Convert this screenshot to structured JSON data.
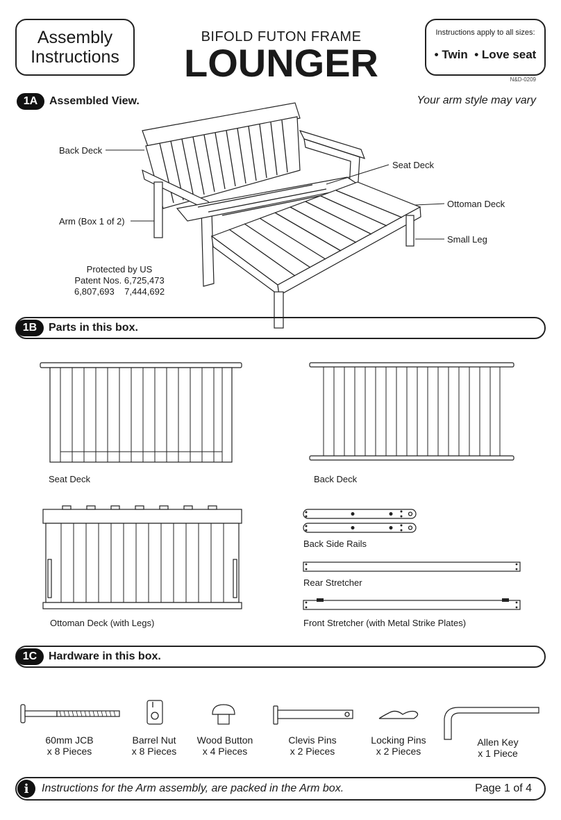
{
  "header": {
    "box_title_line1": "Assembly",
    "box_title_line2": "Instructions",
    "pre_title": "BIFOLD FUTON FRAME",
    "title": "LOUNGER",
    "sizes_heading": "Instructions apply to all sizes:",
    "sizes": [
      "Twin",
      "Love seat"
    ],
    "doc_number": "N&D-0209"
  },
  "section_1a": {
    "badge": "1A",
    "title": "Assembled View.",
    "note": "Your arm style may vary",
    "callouts": {
      "back_deck": "Back Deck",
      "seat_deck": "Seat Deck",
      "ottoman_deck": "Ottoman Deck",
      "arm": "Arm (Box 1 of 2)",
      "small_leg": "Small Leg"
    },
    "patent_lines": [
      "Protected by US",
      "Patent Nos. 6,725,473",
      "6,807,693    7,444,692"
    ]
  },
  "section_1b": {
    "badge": "1B",
    "title": "Parts in this box.",
    "parts": {
      "seat_deck": "Seat Deck",
      "back_deck": "Back Deck",
      "ottoman_deck": "Ottoman Deck (with Legs)",
      "back_side_rails": "Back Side Rails",
      "rear_stretcher": "Rear Stretcher",
      "front_stretcher": "Front Stretcher (with Metal Strike Plates)"
    }
  },
  "section_1c": {
    "badge": "1C",
    "title": "Hardware in this box.",
    "items": [
      {
        "name": "60mm JCB",
        "qty": "x 8 Pieces"
      },
      {
        "name": "Barrel Nut",
        "qty": "x 8 Pieces"
      },
      {
        "name": "Wood Button",
        "qty": "x 4 Pieces"
      },
      {
        "name": "Clevis Pins",
        "qty": "x 2 Pieces"
      },
      {
        "name": "Locking Pins",
        "qty": "x 2 Pieces"
      },
      {
        "name": "Allen Key",
        "qty": "x 1 Piece"
      }
    ]
  },
  "footer": {
    "info_glyph": "i",
    "note": "Instructions for the Arm assembly, are packed in the Arm box.",
    "page": "Page 1 of 4"
  }
}
